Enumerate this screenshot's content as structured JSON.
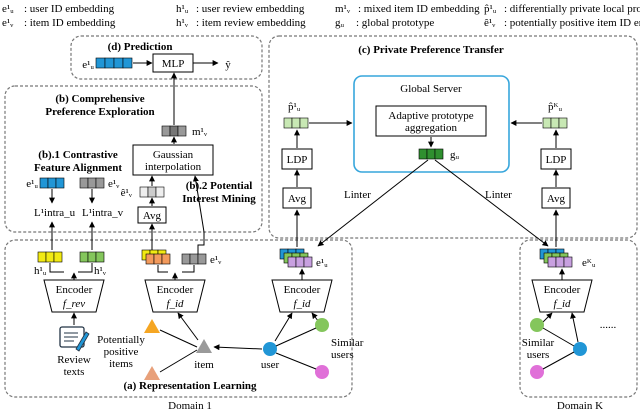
{
  "legend": [
    {
      "sym": "e¹ᵤ",
      "text": ": user ID embedding"
    },
    {
      "sym": "e¹ᵥ",
      "text": ": item ID embedding"
    },
    {
      "sym": "h¹ᵤ",
      "text": ": user review embedding"
    },
    {
      "sym": "h¹ᵥ",
      "text": ": item review embedding"
    },
    {
      "sym": "m¹ᵥ",
      "text": ": mixed item ID embedding"
    },
    {
      "sym": "gᵤ",
      "text": ": global prototype"
    },
    {
      "sym": "p̂¹ᵤ",
      "text": ": differentially private local prototype"
    },
    {
      "sym": "ê¹ᵥ",
      "text": ": potentially positive item ID embedding"
    }
  ],
  "sections": {
    "prediction": "(d) Prediction",
    "comprehensive_1": "(b) Comprehensive",
    "comprehensive_2": "Preference Exploration",
    "contrastive_1": "(b).1 Contrastive",
    "contrastive_2": "Feature Alignment",
    "potential_1": "(b).2 Potential",
    "potential_2": "Interest Mining",
    "private": "(c) Private Preference Transfer",
    "representation": "(a) Representation Learning"
  },
  "boxes": {
    "mlp": "MLP",
    "gaussian_1": "Gaussian",
    "gaussian_2": "interpolation",
    "avg": "Avg",
    "ldp": "LDP",
    "global_server": "Global Server",
    "adaptive_1": "Adaptive prototype",
    "adaptive_2": "aggregation",
    "encoder": "Encoder",
    "f_rev": "f_rev",
    "f_id": "f_id"
  },
  "symbols": {
    "e_u1": "e¹ᵤ",
    "e_v1": "e¹ᵥ",
    "h_u1": "h¹ᵤ",
    "h_v1": "h¹ᵥ",
    "m_v1": "m¹ᵥ",
    "ehat_v1": "ê¹ᵥ",
    "g_u": "gᵤ",
    "phat_u1": "p̂¹ᵤ",
    "phat_uK": "p̂ᴷᵤ",
    "e_uK": "eᴷᵤ",
    "y_hat": "ŷ",
    "l_intra_u": "L¹intra_u",
    "l_intra_v": "L¹intra_v",
    "l_inter": "Linter"
  },
  "nodes": {
    "review_1": "Review",
    "review_2": "texts",
    "pot_1": "Potentially",
    "pot_2": "positive",
    "pot_3": "items",
    "item": "item",
    "user": "user",
    "similar_1": "Similar",
    "similar_2": "users",
    "dots": "......"
  },
  "domains": {
    "d1": "Domain 1",
    "dk": "Domain K"
  },
  "colors": {
    "blue": "#2196d6",
    "grey": "#9a9a9a",
    "yellow": "#f2ea13",
    "green": "#84c65c",
    "pale_green": "#c8e8b4",
    "dark_green": "#2f8f2f",
    "orange": "#f39a5c",
    "pink": "#e070d8",
    "purple": "#c8a0e0",
    "server_border": "#37a6dc",
    "triangle_orange": "#f5a623",
    "triangle_pink": "#e8a07a"
  }
}
